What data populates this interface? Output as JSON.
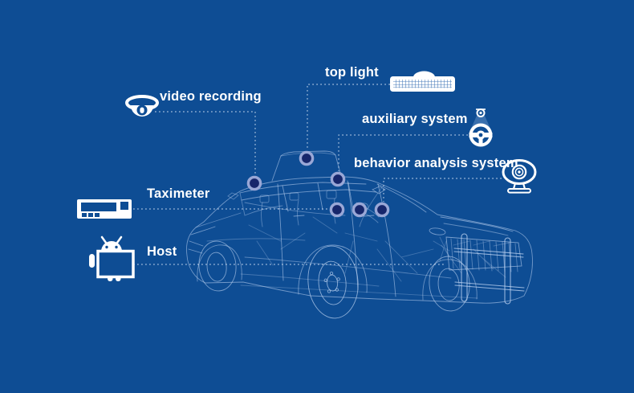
{
  "colors": {
    "background": "#0E4D94",
    "label_text": "#FFFFFF",
    "icon": "#FFFFFF",
    "wireframe": "#C3D7F4",
    "connector": "#DCE7F6",
    "dot_ring": "#99A7D6",
    "dot_fill": "#17266B",
    "beam": "#9FC0E8"
  },
  "diagram": {
    "subject": "wireframe blueprint of a taxi sedan with labeled in-vehicle devices",
    "connection_dot_count": 6
  },
  "callouts": [
    {
      "label": "video recording",
      "icon": "dome-camera-icon",
      "side": "left"
    },
    {
      "label": "top light",
      "icon": "taxi-top-light-icon",
      "side": "right"
    },
    {
      "label": "auxiliary system",
      "icon": "steering-wheel-camera-icon",
      "side": "right"
    },
    {
      "label": "behavior analysis system",
      "icon": "webcam-icon",
      "side": "right"
    },
    {
      "label": "Taximeter",
      "icon": "taximeter-device-icon",
      "side": "left"
    },
    {
      "label": "Host",
      "icon": "android-host-icon",
      "side": "left"
    }
  ]
}
